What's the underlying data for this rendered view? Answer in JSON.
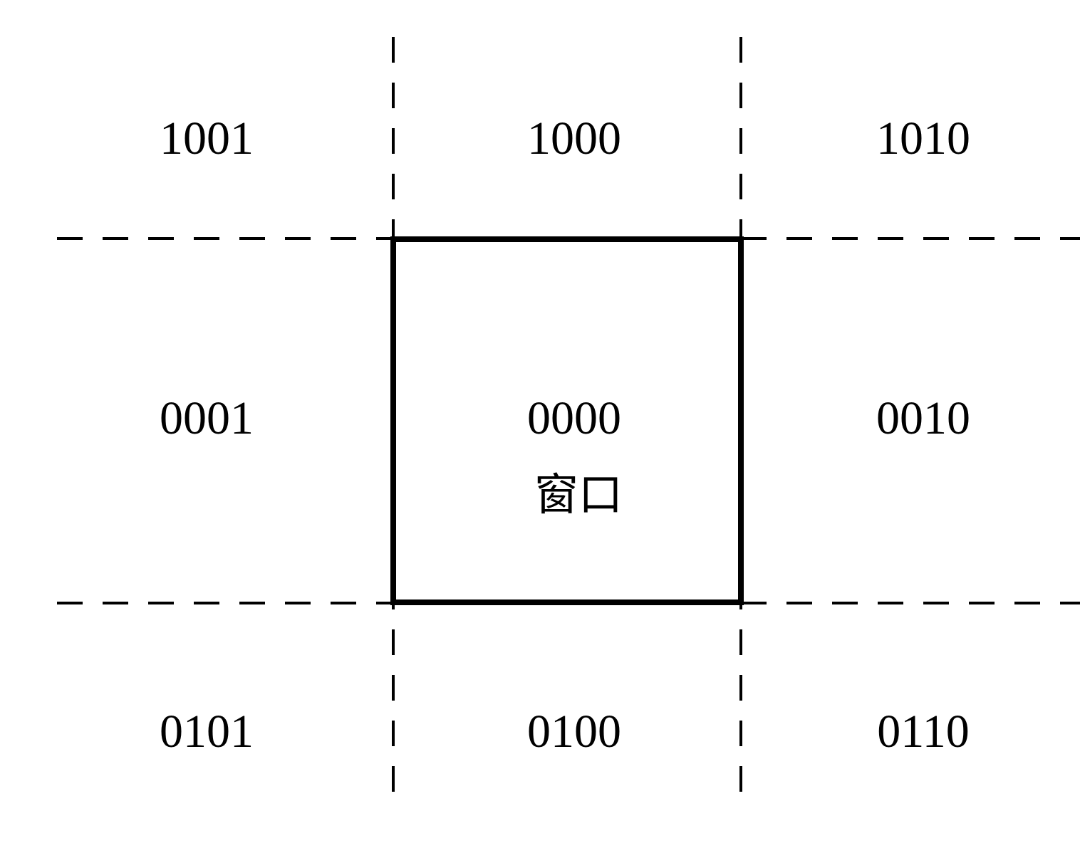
{
  "regions": {
    "top_left": "1001",
    "top_center": "1000",
    "top_right": "1010",
    "middle_left": "0001",
    "middle_center": "0000",
    "middle_right": "0010",
    "bottom_left": "0101",
    "bottom_center": "0100",
    "bottom_right": "0110"
  },
  "window_label": "窗口",
  "colors": {
    "line": "#000000",
    "background": "#ffffff"
  }
}
